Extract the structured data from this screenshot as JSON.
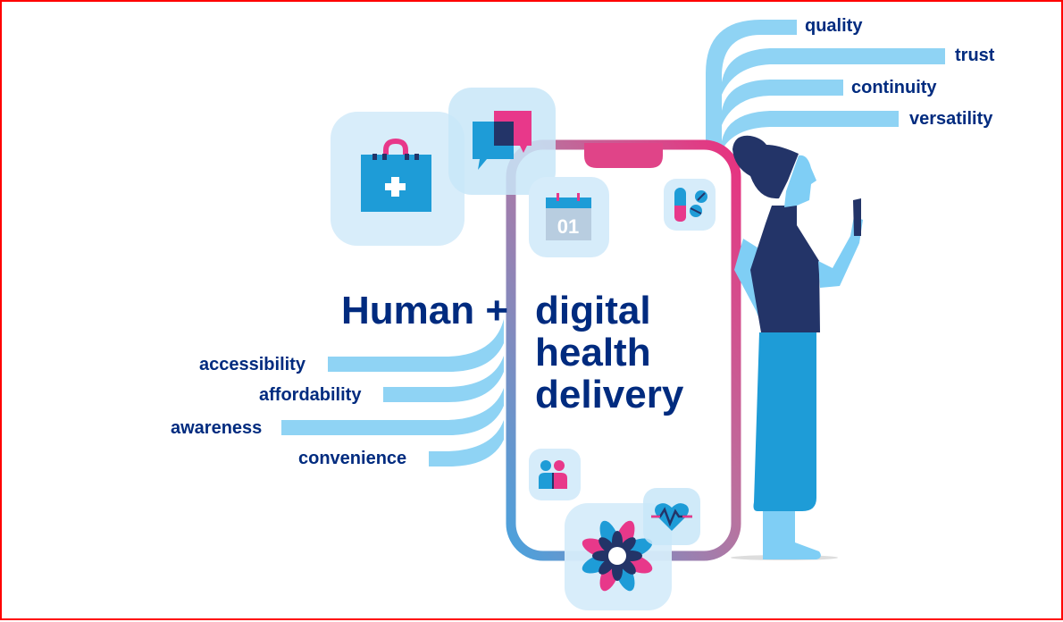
{
  "title": {
    "line1_left": "Human +",
    "line1_right": "digital",
    "line2": "health",
    "line3": "delivery"
  },
  "right_attributes": [
    "quality",
    "trust",
    "continuity",
    "versatility"
  ],
  "left_attributes": [
    "accessibility",
    "affordability",
    "awareness",
    "convenience"
  ],
  "icons": {
    "calendar_date": "01",
    "list": [
      "medical-bag-icon",
      "chat-bubbles-icon",
      "calendar-icon",
      "pills-icon",
      "people-icon",
      "flower-icon",
      "heart-rate-icon"
    ]
  },
  "colors": {
    "navy": "#002b7f",
    "light_blue": "#8fd3f4",
    "mid_blue": "#1e9cd7",
    "pink": "#e8388a",
    "tile_bg": "#d6ecfa",
    "border": "#ff0000"
  }
}
